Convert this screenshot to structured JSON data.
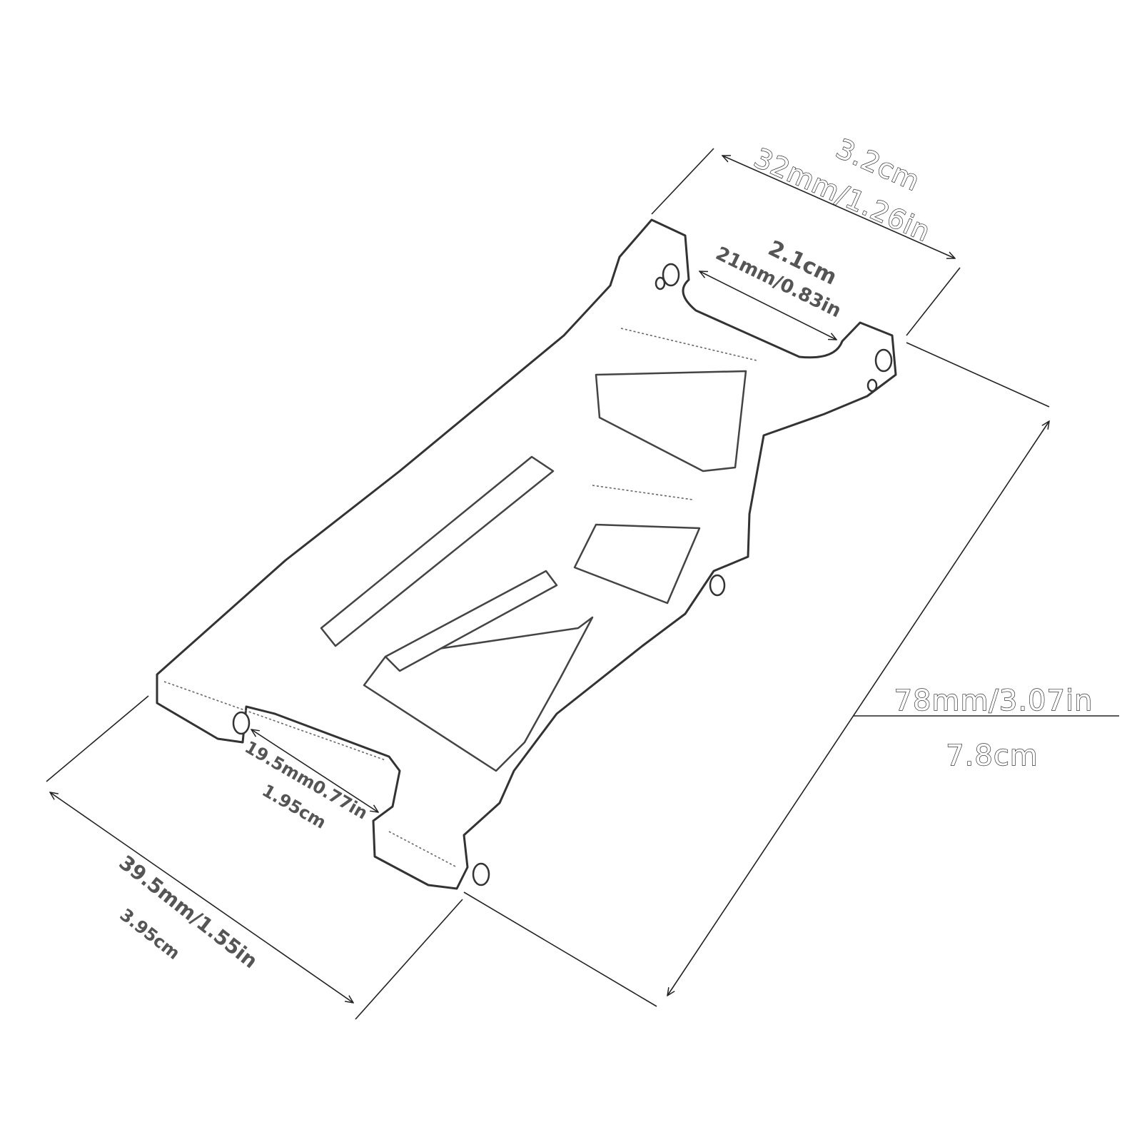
{
  "dimensions": {
    "top_width": {
      "cm": "3.2cm",
      "mm_in": "32mm/1.26in"
    },
    "top_inner": {
      "cm": "2.1cm",
      "mm_in": "21mm/0.83in"
    },
    "length": {
      "mm_in": "78mm/3.07in",
      "cm": "7.8cm"
    },
    "bottom_inner": {
      "mm_in": "19.5mm0.77in",
      "cm": "1.95cm"
    },
    "bottom_width": {
      "mm_in": "39.5mm/1.55in",
      "cm": "3.95cm"
    }
  },
  "colors": {
    "line": "#222222",
    "part_outline": "#333333",
    "label": "#555555"
  }
}
